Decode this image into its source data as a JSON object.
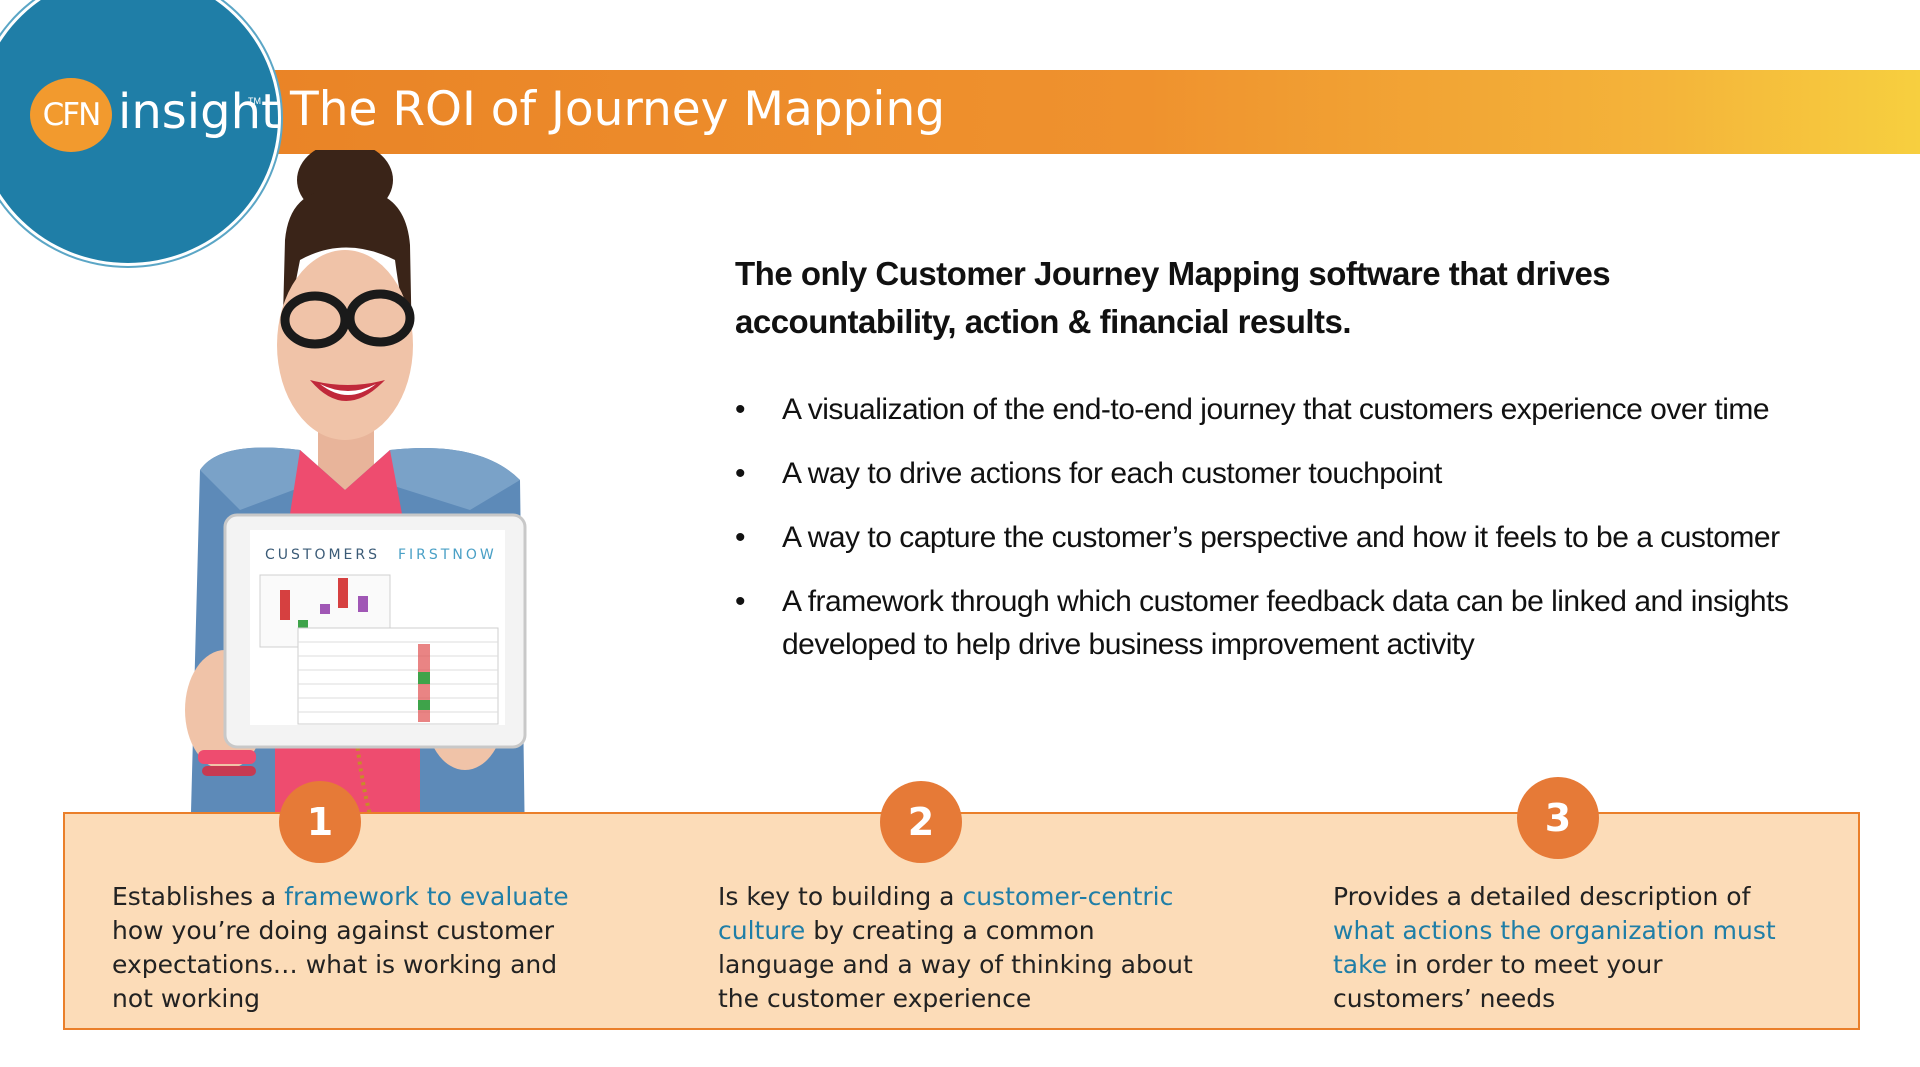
{
  "logo": {
    "mark": "CFN",
    "word": "insight",
    "tm": "TM"
  },
  "title": "The ROI of Journey Mapping",
  "tablet": {
    "brand_a": "CUSTOMERS",
    "brand_b": "FIRSTNOW"
  },
  "headline": "The only Customer Journey Mapping software that drives accountability, action & financial results.",
  "bullets": [
    "A visualization of the end-to-end journey that customers experience over time",
    "A way to drive actions for each customer touchpoint",
    "A way to capture the customer’s perspective and how it feels to be a customer",
    "A framework through which customer feedback data can be linked and insights developed to help drive business improvement activity"
  ],
  "bullet_glyph": "•",
  "steps": [
    {
      "number": "1",
      "pre": "Establishes a ",
      "highlight": "framework to evaluate",
      "post": " how you’re doing against customer expectations… what is working and not working"
    },
    {
      "number": "2",
      "pre": "Is key to building a ",
      "highlight": "customer-centric culture",
      "post": " by creating a common language and a way of thinking about the customer experience"
    },
    {
      "number": "3",
      "pre": "Provides a detailed description of ",
      "highlight": "what actions the organization must take",
      "post": " in order to meet your customers’ needs"
    }
  ],
  "colors": {
    "accent_orange": "#e67a37",
    "brand_blue": "#1f7ea7",
    "panel_fill": "#fcdcb8"
  },
  "icons": {
    "bullet": "bullet-dot-icon"
  }
}
